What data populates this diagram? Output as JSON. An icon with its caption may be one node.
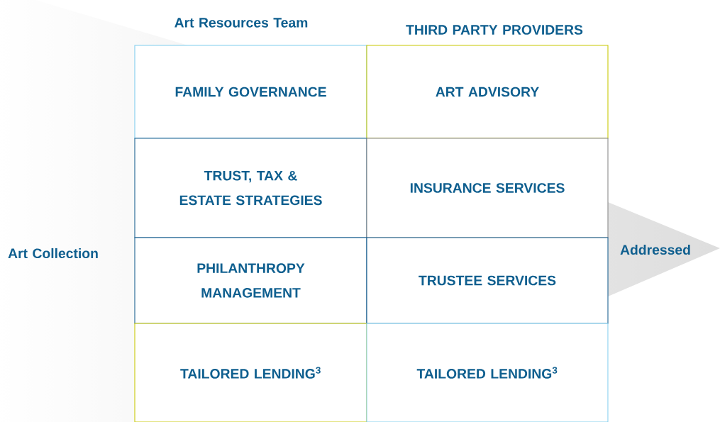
{
  "diagram": {
    "nodes": [
      {
        "text": [
          "FAMILY GOVERNANCE"
        ]
      },
      {
        "text": [
          "ART ADVISORY"
        ]
      },
      {
        "text": [
          "TRUST, TAX & ESTATE STRATEGIES"
        ]
      },
      {
        "text": [
          "INSURANCE SERVICES"
        ]
      },
      {
        "text": [
          "PHILANTHROPY MANAGEMENT"
        ]
      },
      {
        "text": [
          "TRUSTEE SERVICES"
        ]
      },
      {
        "text": [
          "TAILORED LENDING$^{3}$"
        ]
      },
      {
        "text": [
          "TAILORED LENDING$^{3}$"
        ]
      }
    ],
    "labels": [
      "Art Resources Team",
      "THIRD PARTY PROVIDERS",
      "Art Collection",
      "Addressed"
    ]
  }
}
